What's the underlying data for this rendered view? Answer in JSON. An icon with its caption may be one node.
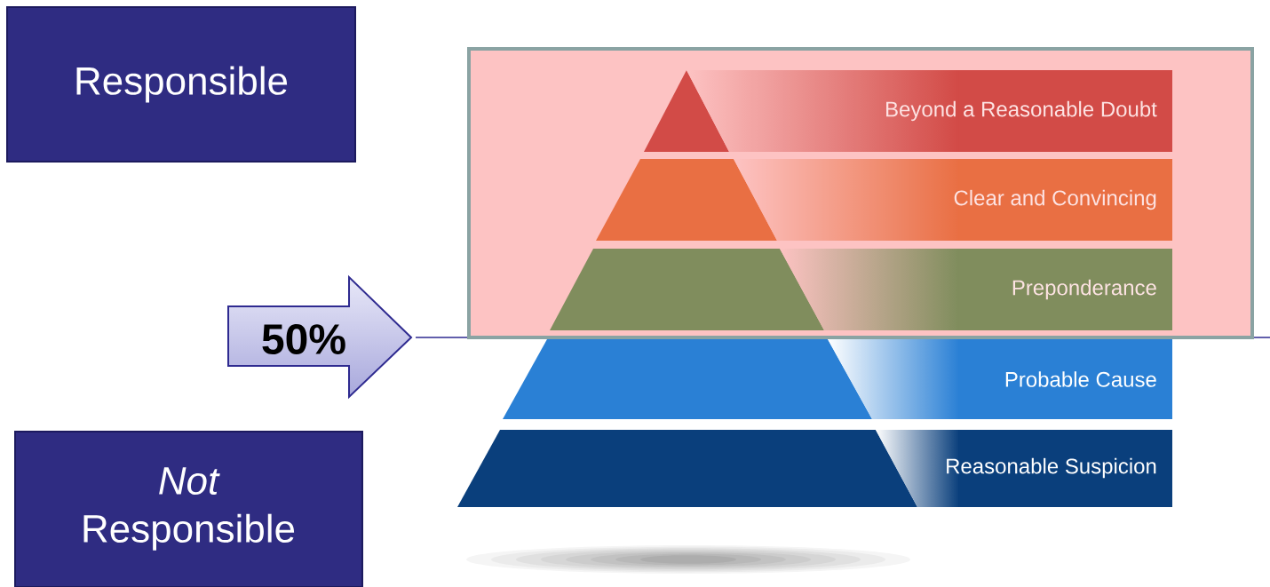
{
  "diagram": {
    "nodes": [
      {
        "text": [
          "Responsible"
        ]
      },
      {
        "text": [
          "*Not* Responsible"
        ]
      },
      {
        "text": [
          "50%"
        ]
      },
      {
        "text": [],
        "shape": "box"
      },
      {
        "text": [
          "Beyond a Reasonable Doubt"
        ],
        "in": 3
      },
      {
        "text": [
          "Clear and Convincing"
        ],
        "in": 3
      },
      {
        "text": [
          "Preponderance"
        ],
        "in": 3
      },
      {
        "text": [
          "Probable Cause"
        ]
      },
      {
        "text": [
          "Reasonable Suspicion"
        ]
      }
    ]
  }
}
